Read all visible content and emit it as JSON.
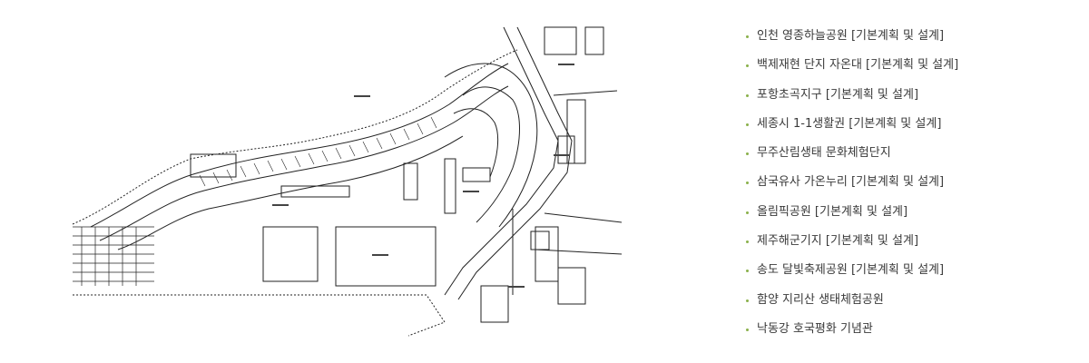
{
  "theme": {
    "bullet_color": "#8ab04a",
    "text_color": "#3a3a3a"
  },
  "image": {
    "icon": "site-plan-drawing"
  },
  "projects": [
    {
      "label": "인천 영종하늘공원 [기본계획 및 설계]"
    },
    {
      "label": "백제재현 단지 자온대 [기본계획 및 설계]"
    },
    {
      "label": "포항초곡지구 [기본계획 및 설계]"
    },
    {
      "label": "세종시 1-1생활권 [기본계획 및 설계]"
    },
    {
      "label": "무주산림생태 문화체험단지"
    },
    {
      "label": "삼국유사 가온누리 [기본계획 및 설계]"
    },
    {
      "label": "올림픽공원 [기본계획 및 설계]"
    },
    {
      "label": "제주해군기지 [기본계획 및 설계]"
    },
    {
      "label": "송도 달빛축제공원 [기본계획 및 설계]"
    },
    {
      "label": "함양 지리산 생태체험공원"
    },
    {
      "label": "낙동강 호국평화 기념관"
    }
  ]
}
